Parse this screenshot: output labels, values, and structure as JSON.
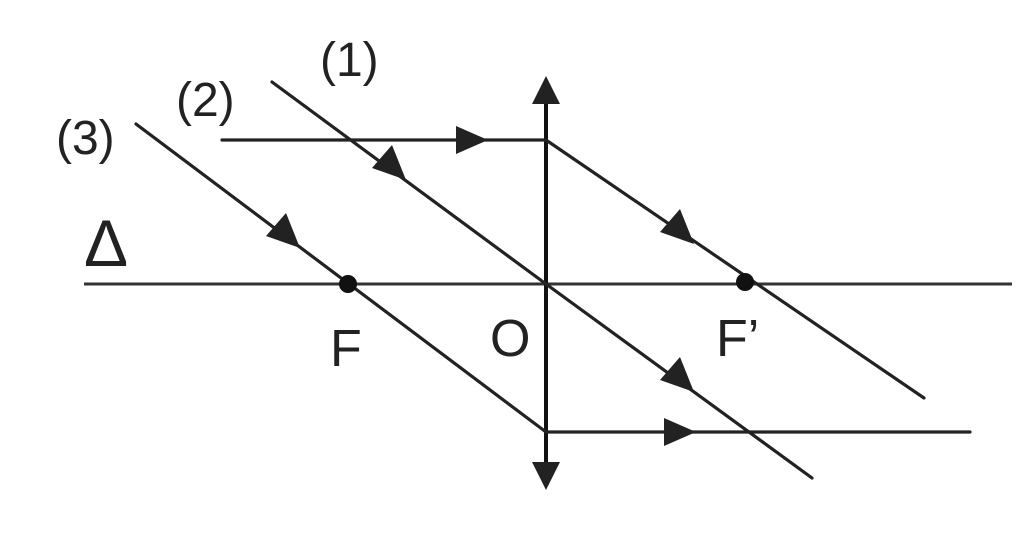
{
  "ray_labels": {
    "ray1": "(1)",
    "ray2": "(2)",
    "ray3": "(3)"
  },
  "axis_label": "Δ",
  "points": {
    "focus_object": "F",
    "optical_center": "O",
    "focus_image": "F’"
  },
  "colors": {
    "stroke": "#222222",
    "background": "#ffffff"
  }
}
